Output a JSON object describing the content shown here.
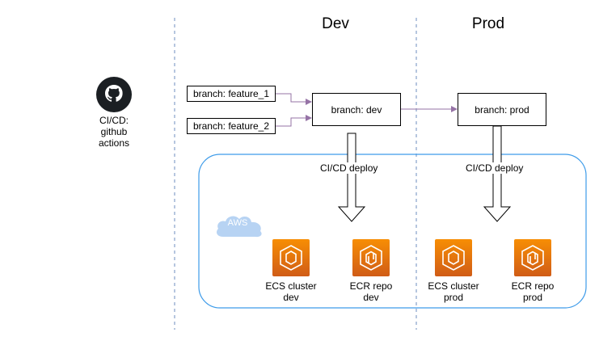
{
  "lanes": {
    "dev": "Dev",
    "prod": "Prod"
  },
  "cicd": {
    "line1": "CI/CD:",
    "line2": "github",
    "line3": "actions"
  },
  "branches": {
    "feature_1": "branch: feature_1",
    "feature_2": "branch: feature_2",
    "dev": "branch: dev",
    "prod": "branch: prod"
  },
  "deploy": {
    "dev": "CI/CD deploy",
    "prod": "CI/CD deploy"
  },
  "cloud": {
    "label": "AWS"
  },
  "services": {
    "ecs_dev": {
      "line1": "ECS cluster",
      "line2": "dev"
    },
    "ecr_dev": {
      "line1": "ECR repo",
      "line2": "dev"
    },
    "ecs_prod": {
      "line1": "ECS cluster",
      "line2": "prod"
    },
    "ecr_prod": {
      "line1": "ECR repo",
      "line2": "prod"
    }
  },
  "colors": {
    "lane_divider": "#6c8ebf",
    "aws_container": "#3d9be9",
    "connector": "#9673a6",
    "aws_orange_top": "#f78e04",
    "aws_orange_bottom": "#d05c17",
    "aws_cloud": "#b7d3f3"
  }
}
